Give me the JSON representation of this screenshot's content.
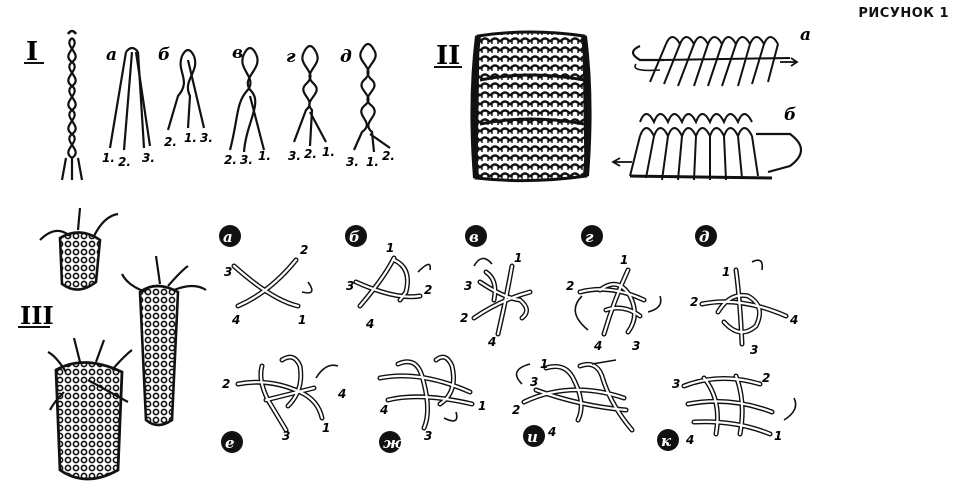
{
  "figure_label": "РИСУНОК 1",
  "sections": {
    "I": {
      "numeral": "I",
      "steps": [
        {
          "letter": "а",
          "order": [
            "1.",
            "2.",
            "3."
          ]
        },
        {
          "letter": "б",
          "order": [
            "2.",
            "1.",
            "3."
          ]
        },
        {
          "letter": "в",
          "order": [
            "2.",
            "3.",
            "1."
          ]
        },
        {
          "letter": "г",
          "order": [
            "3.",
            "2.",
            "1."
          ]
        },
        {
          "letter": "д",
          "order": [
            "3.",
            "1.",
            "2."
          ]
        }
      ]
    },
    "II": {
      "numeral": "II",
      "step_a": "а",
      "step_b": "б"
    },
    "III": {
      "numeral": "III",
      "steps": [
        {
          "letter": "а",
          "nums": [
            "2",
            "3",
            "4",
            "1"
          ]
        },
        {
          "letter": "б",
          "nums": [
            "1",
            "3",
            "2",
            "4"
          ]
        },
        {
          "letter": "в",
          "nums": [
            "1",
            "3",
            "2",
            "4"
          ]
        },
        {
          "letter": "г",
          "nums": [
            "1",
            "2",
            "4",
            "3"
          ]
        },
        {
          "letter": "д",
          "nums": [
            "1",
            "2",
            "4",
            "3"
          ]
        },
        {
          "letter": "е",
          "nums": [
            "2",
            "4",
            "3",
            "1"
          ]
        },
        {
          "letter": "ж",
          "nums": [
            "4",
            "1",
            "3"
          ]
        },
        {
          "letter": "и",
          "nums": [
            "3",
            "1",
            "2",
            "4"
          ]
        },
        {
          "letter": "к",
          "nums": [
            "3",
            "2",
            "4",
            "1"
          ]
        }
      ]
    }
  },
  "colors": {
    "ink": "#111111",
    "paper": "#ffffff"
  }
}
